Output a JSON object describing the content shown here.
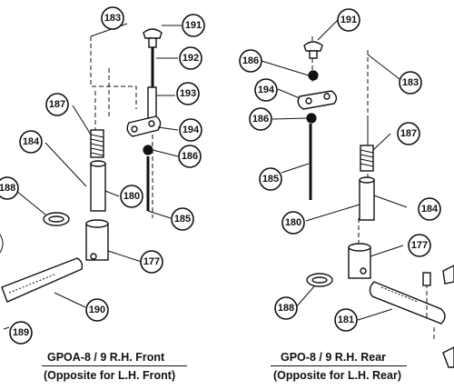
{
  "callouts": {
    "c183a": "183",
    "c191a": "191",
    "c192": "192",
    "c193": "193",
    "c187a": "187",
    "c194a": "194",
    "c184a": "184",
    "c186a": "186",
    "c180a": "180",
    "c188a": "188",
    "c185a": "185",
    "c177a": "177",
    "c190": "190",
    "c189": "189",
    "c191b": "191",
    "c186b": "186",
    "c183b": "183",
    "c194b": "194",
    "c186c": "186",
    "c187b": "187",
    "c185b": "185",
    "c184b": "184",
    "c180b": "180",
    "c177b": "177",
    "c188b": "188",
    "c181": "181"
  },
  "captions": {
    "left_title": "GPOA-8 / 9 R.H. Front",
    "left_sub": "(Opposite for L.H. Front)",
    "right_title": "GPO-8 / 9 R.H. Rear",
    "right_sub": "(Opposite for L.H. Rear)"
  }
}
